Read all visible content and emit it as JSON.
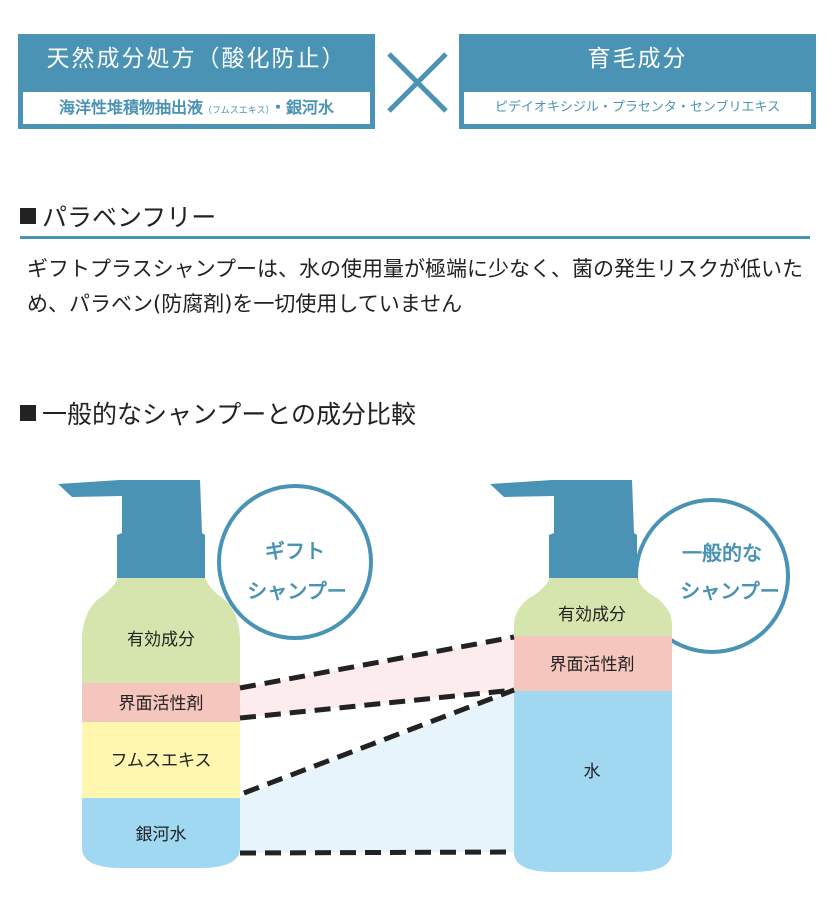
{
  "box_left": {
    "title": "天然成分処方（酸化防止）",
    "sub_main": "海洋性堆積物抽出液",
    "sub_small": "（フムスエキス）",
    "sub_tail": "・銀河水"
  },
  "box_right": {
    "title": "育毛成分",
    "sub": "ピデイオキシジル・プラセンタ・センブリエキス"
  },
  "paraben": {
    "heading": "パラベンフリー",
    "text": "ギフトプラスシャンプーは、水の使用量が極端に少なく、菌の発生リスクが低いため、パラベン(防腐剤)を一切使用していません"
  },
  "compare": {
    "heading": "一般的なシャンプーとの成分比較"
  },
  "gift": {
    "label1": "ギフト",
    "label2": "シャンプー",
    "layers": [
      "有効成分",
      "界面活性剤",
      "フムスエキス",
      "銀河水"
    ]
  },
  "general": {
    "label1": "一般的な",
    "label2": "シャンプー",
    "layers": [
      "有効成分",
      "界面活性剤",
      "水"
    ]
  },
  "colors": {
    "accent": "#4a93b5",
    "active": "#d6e5ad",
    "surfactant": "#f5c6bd",
    "humus": "#fff6b0",
    "water": "#a0d8f1"
  }
}
